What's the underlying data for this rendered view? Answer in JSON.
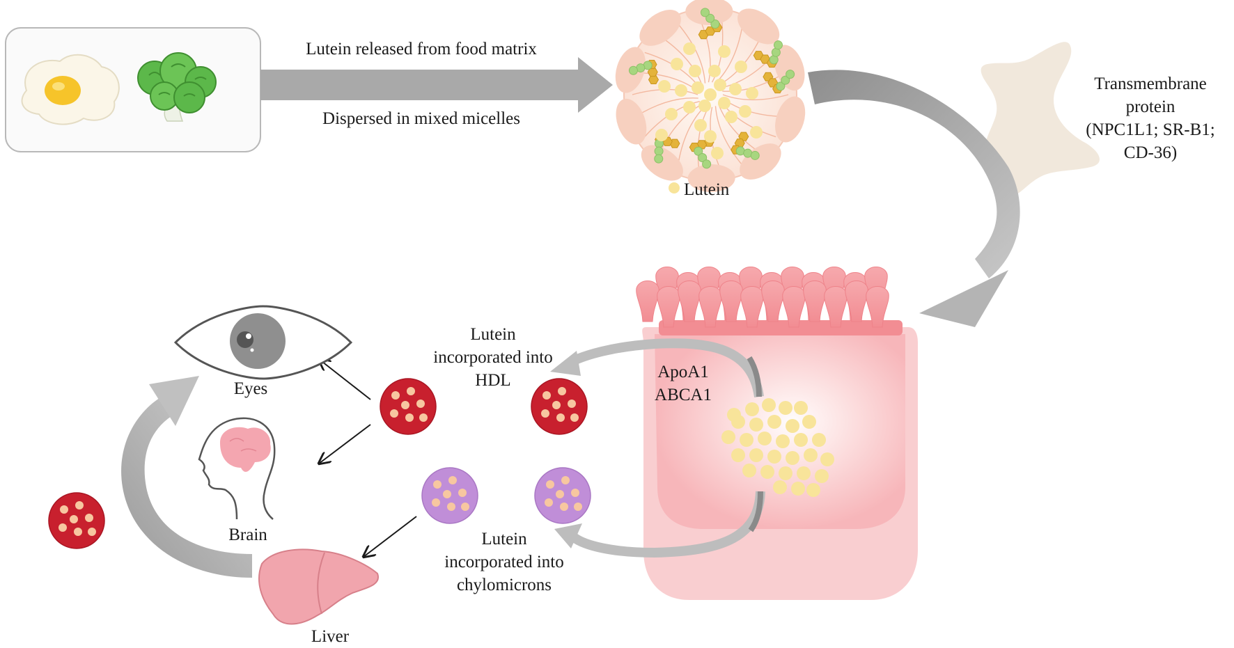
{
  "diagram": {
    "arrows": {
      "released_label": "Lutein released from food matrix",
      "dispersed_label": "Dispersed in mixed micelles"
    },
    "micelle": {
      "legend_label": "Lutein"
    },
    "transmembrane": {
      "lines": [
        "Transmembrane",
        "protein",
        "(NPC1L1; SR-B1;",
        "CD-36)"
      ]
    },
    "enterocyte": {
      "transporter_lines": [
        "ApoA1",
        "ABCA1"
      ]
    },
    "hdl": {
      "lines": [
        "Lutein",
        "incorporated into",
        "HDL"
      ]
    },
    "chylomicron": {
      "lines": [
        "Lutein",
        "incorporated into",
        "chylomicrons"
      ]
    },
    "organs": {
      "eyes": "Eyes",
      "brain": "Brain",
      "liver": "Liver"
    },
    "colors": {
      "arrow_gray": "#a9a9a9",
      "hdl_red": "#c8202e",
      "chylomicron_purple": "#c08ed8",
      "lutein_yellow": "#f8e49a",
      "enterocyte_pink": "#f7b5b9",
      "micelle_peach": "#f7d0bf",
      "broccoli_green": "#5cb84a"
    }
  }
}
